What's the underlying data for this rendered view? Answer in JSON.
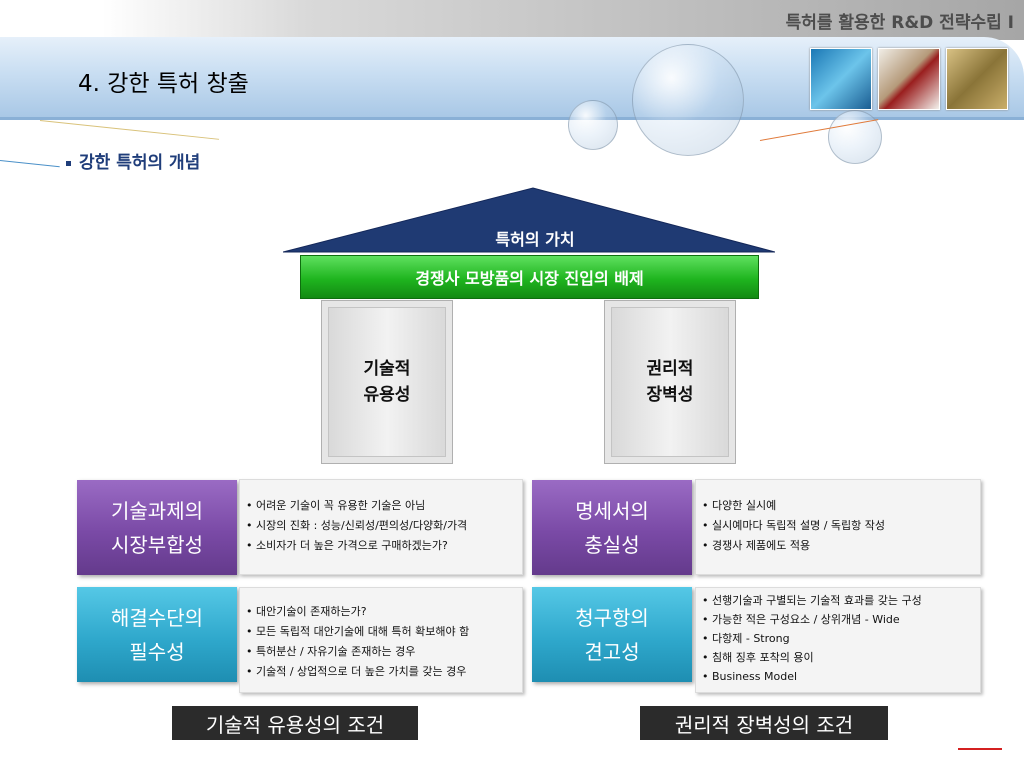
{
  "header": {
    "top_title": "특허를 활용한 R&D 전략수립 I",
    "slide_title": "4. 강한 특허 창출"
  },
  "section": {
    "heading": "강한 특허의 개념"
  },
  "house": {
    "roof_label": "특허의 가치",
    "banner": "경쟁사 모방품의 시장 진입의 배제",
    "pillar_left": [
      "기술적",
      "유용성"
    ],
    "pillar_right": [
      "권리적",
      "장벽성"
    ]
  },
  "conditions": {
    "tech_market": {
      "title": [
        "기술과제의",
        "시장부합성"
      ],
      "items": [
        "어려운 기술이 꼭 유용한 기술은 아님",
        "시장의 진화 : 성능/신뢰성/편의성/다양화/가격",
        "소비자가 더 높은 가격으로 구매하겠는가?"
      ]
    },
    "solution": {
      "title": [
        "해결수단의",
        "필수성"
      ],
      "items": [
        "대안기술이 존재하는가?",
        "모든 독립적 대안기술에 대해 특허 확보해야 함",
        "특허분산 / 자유기술 존재하는 경우",
        "기술적 / 상업적으로 더 높은 가치를 갖는 경우"
      ]
    },
    "spec": {
      "title": [
        "명세서의",
        "충실성"
      ],
      "items": [
        "다양한 실시예",
        "실시예마다 독립적 설명 / 독립항 작성",
        "경쟁사 제품에도 적용"
      ]
    },
    "claims": {
      "title": [
        "청구항의",
        "견고성"
      ],
      "items": [
        "선행기술과 구별되는 기술적 효과를 갖는 구성",
        "가능한 적은 구성요소 / 상위개념 - Wide",
        "다항제 - Strong",
        "침해 징후 포착의 용이",
        "Business Model"
      ]
    }
  },
  "captions": {
    "left": "기술적 유용성의 조건",
    "right": "권리적 장벽성의 조건"
  },
  "colors": {
    "roof": "#1f3a73",
    "banner": "#22b522",
    "purple": "#7a4aa6",
    "teal": "#2fa8cc",
    "caption_bg": "#2b2b2b"
  }
}
